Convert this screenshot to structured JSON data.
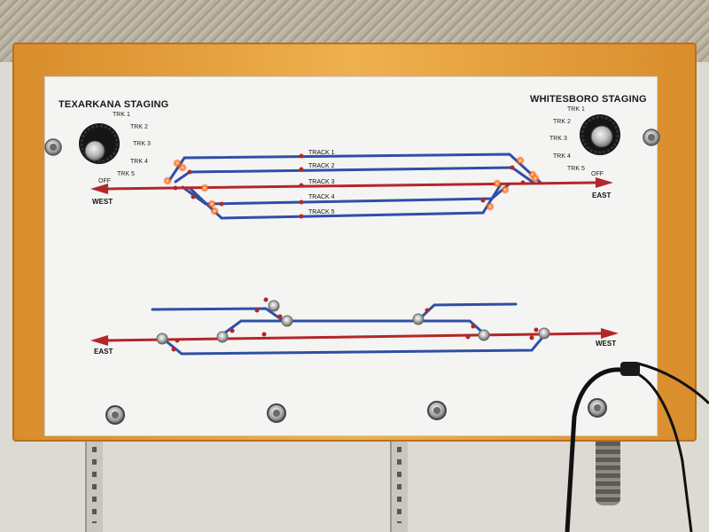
{
  "panel": {
    "left_title": "TEXARKANA STAGING",
    "right_title": "WHITESBORO STAGING",
    "left_switch_positions": [
      "TRK 1",
      "TRK 2",
      "TRK 3",
      "TRK 4",
      "TRK 5",
      "OFF"
    ],
    "right_switch_positions": [
      "TRK 1",
      "TRK 2",
      "TRK 3",
      "TRK 4",
      "TRK 5",
      "OFF"
    ],
    "staging_tracks": [
      "TRACK 1",
      "TRACK 2",
      "TRACK 3",
      "TRACK 4",
      "TRACK 5"
    ],
    "upper_direction_left": "WEST",
    "upper_direction_right": "EAST",
    "lower_direction_left": "EAST",
    "lower_direction_right": "WEST"
  },
  "colors": {
    "mainline_red": "#b3262a",
    "siding_blue": "#2f4fa6",
    "led_lit": "#ff5a2a",
    "frame_wood": "#e7a544"
  }
}
